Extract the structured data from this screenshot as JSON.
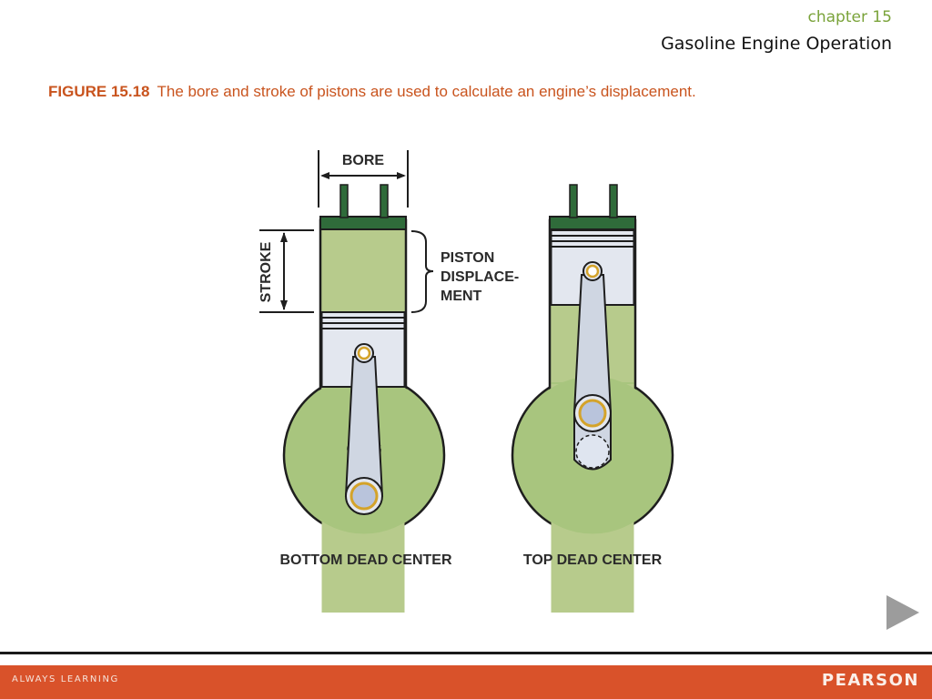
{
  "header": {
    "chapter": "chapter 15",
    "title": "Gasoline Engine Operation"
  },
  "figure": {
    "number": "FIGURE 15.18",
    "caption": "The bore and stroke of pistons are used to calculate an engine’s displacement.",
    "labels": {
      "bore": "BORE",
      "stroke": "STROKE",
      "piston_line1": "PISTON",
      "piston_line2": "DISPLACE-",
      "piston_line3": "MENT",
      "bottom_dead_center": "BOTTOM DEAD CENTER",
      "top_dead_center": "TOP DEAD CENTER"
    },
    "colors": {
      "cylinder": "#b7cb8c",
      "crankcase": "#a8c57e",
      "piston": "#e3e7ef",
      "rod": "#cfd6e2",
      "pin": "#d4a32a",
      "head": "#2f6b3a"
    }
  },
  "navigation": {
    "next_icon": "play-triangle-icon"
  },
  "footer": {
    "tagline": "ALWAYS LEARNING",
    "brand": "PEARSON",
    "color": "#d9522a"
  }
}
